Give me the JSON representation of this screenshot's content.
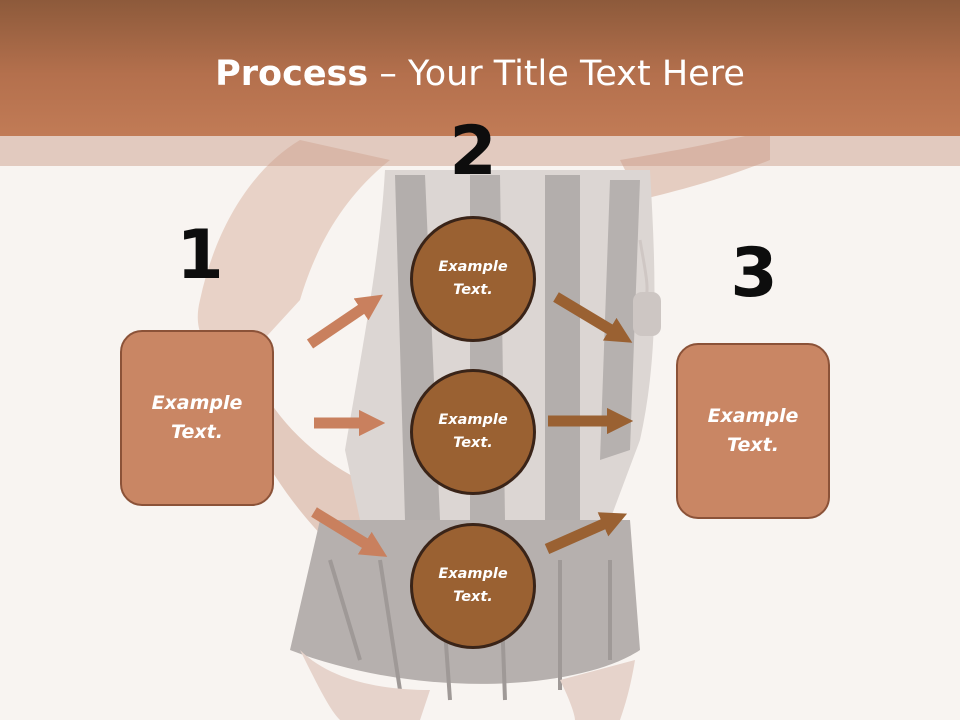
{
  "slide": {
    "title_bold": "Process",
    "title_rest": " – Your Title Text Here"
  },
  "steps": {
    "step1": {
      "number": "1",
      "text": "Example Text."
    },
    "step2": {
      "number": "2",
      "circles": [
        {
          "text": "Example Text."
        },
        {
          "text": "Example Text."
        },
        {
          "text": "Example Text."
        }
      ]
    },
    "step3": {
      "number": "3",
      "text": "Example Text."
    }
  },
  "colors": {
    "header": "#b4704d",
    "box_fill": "#c98664",
    "circle_fill": "#9a6132",
    "arrow_left": "#c9805e",
    "arrow_right": "#9a6132"
  },
  "image": {
    "description_icon": "referee-photo-background"
  }
}
